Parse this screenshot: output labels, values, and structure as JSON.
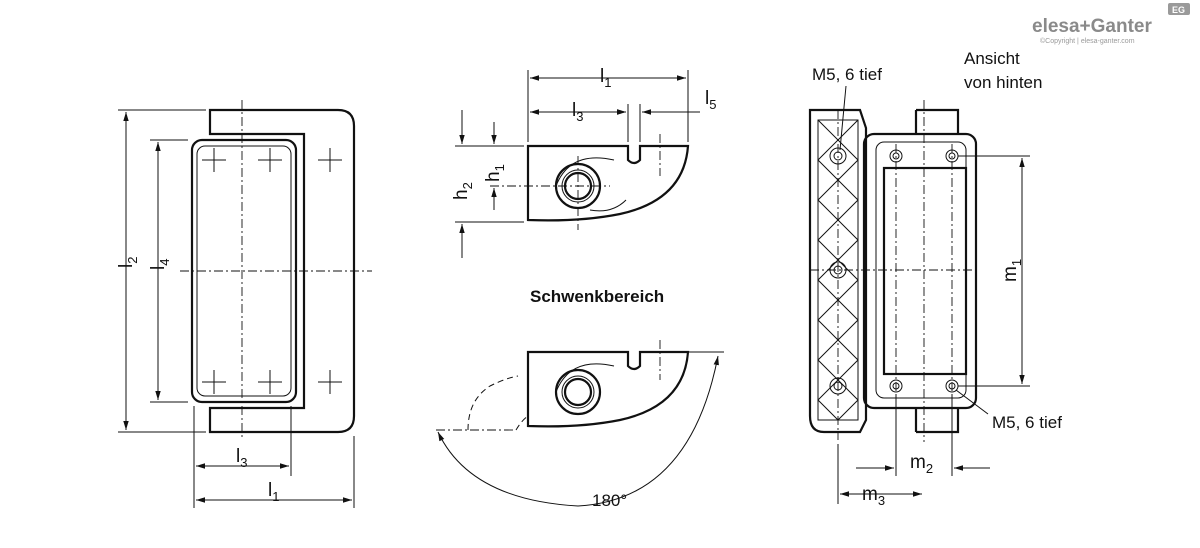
{
  "brand": {
    "logo_text": "elesa+Ganter",
    "badge_text": "EG",
    "copyright": "©Copyright | elesa-ganter.com",
    "logo_color": "#8a8a8a"
  },
  "dimensions": {
    "l1": {
      "main": "l",
      "sub": "1"
    },
    "l2": {
      "main": "l",
      "sub": "2"
    },
    "l3": {
      "main": "l",
      "sub": "3"
    },
    "l4": {
      "main": "l",
      "sub": "4"
    },
    "l5": {
      "main": "l",
      "sub": "5"
    },
    "h1": {
      "main": "h",
      "sub": "1"
    },
    "h2": {
      "main": "h",
      "sub": "2"
    },
    "m1": {
      "main": "m",
      "sub": "1"
    },
    "m2": {
      "main": "m",
      "sub": "2"
    },
    "m3": {
      "main": "m",
      "sub": "3"
    }
  },
  "notes": {
    "thread_top": "M5, 6 tief",
    "thread_bottom": "M5, 6 tief",
    "rear_view_line1": "Ansicht",
    "rear_view_line2": "von hinten",
    "swivel_range": "Schwenkbereich",
    "angle": "180°"
  }
}
